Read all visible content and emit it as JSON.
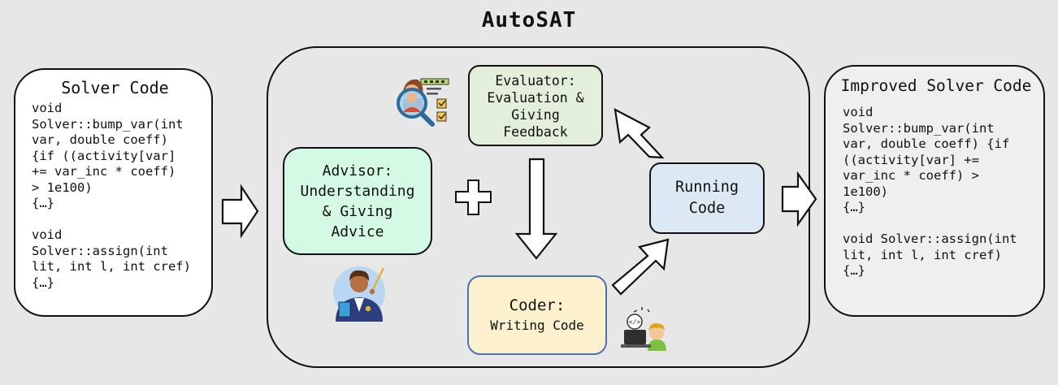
{
  "title": "AutoSAT",
  "input_panel": {
    "title": "Solver Code",
    "lines": [
      "void",
      "Solver::bump_var(int",
      "var, double coeff)",
      "{if ((activity[var]",
      "+= var_inc * coeff)",
      "> 1e100)",
      "{…}",
      "",
      "void",
      "Solver::assign(int",
      "lit, int l, int cref)",
      "{…}"
    ]
  },
  "output_panel": {
    "title": "Improved Solver Code",
    "lines": [
      "void",
      "Solver::bump_var(int",
      "var, double coeff) {if",
      "((activity[var] +=",
      "var_inc * coeff) >",
      "1e100)",
      "{…}",
      "",
      "void Solver::assign(int",
      "lit, int l, int cref)",
      "{…}"
    ]
  },
  "advisor": {
    "text": "Advisor:\nUnderstanding\n& Giving\nAdvice",
    "fill": "#d4f9e4"
  },
  "evaluator": {
    "text": "Evaluator:\nEvaluation &\nGiving\nFeedback",
    "fill": "#e3eedb"
  },
  "coder": {
    "title": "Coder:",
    "subtitle": "Writing Code",
    "fill": "#fdf0cd"
  },
  "running": {
    "text": "Running\nCode",
    "fill": "#dde8f5"
  },
  "icons": [
    "evaluator-magnifier-icon",
    "advisor-teacher-icon",
    "coder-laptop-icon"
  ]
}
